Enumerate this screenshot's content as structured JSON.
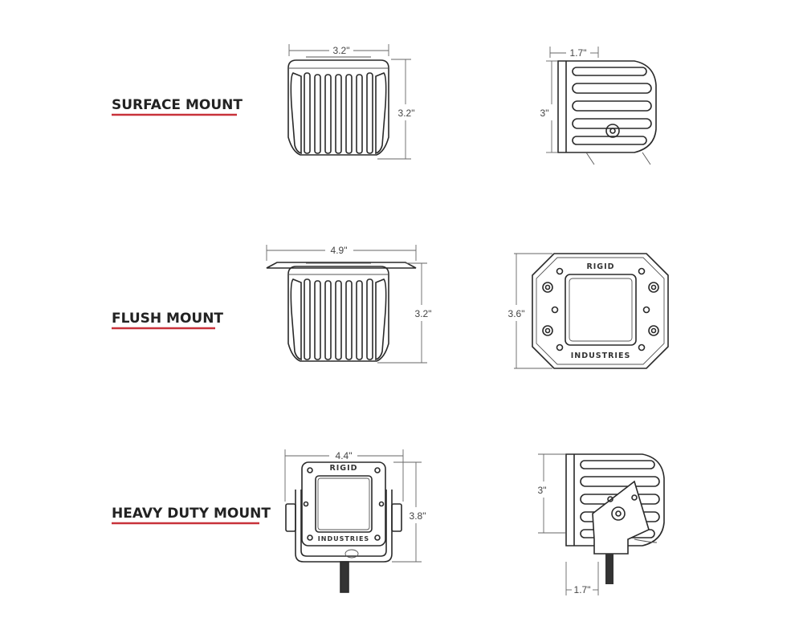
{
  "colors": {
    "accent": "#c8323a",
    "line": "#2a2a2a"
  },
  "mounts": [
    {
      "label": "SURFACE MOUNT",
      "front_width": "3.2\"",
      "front_height": "3.2\"",
      "side_depth": "1.7\"",
      "side_height": "3\""
    },
    {
      "label": "FLUSH MOUNT",
      "front_width": "4.9\"",
      "front_height": "3.2\"",
      "face_height": "3.6\"",
      "logo_top": "RIGID",
      "logo_bottom": "INDUSTRIES"
    },
    {
      "label": "HEAVY DUTY MOUNT",
      "front_width": "4.4\"",
      "front_height": "3.8\"",
      "side_height": "3\"",
      "side_depth": "1.7\"",
      "logo_top": "RIGID",
      "logo_bottom": "INDUSTRIES"
    }
  ]
}
